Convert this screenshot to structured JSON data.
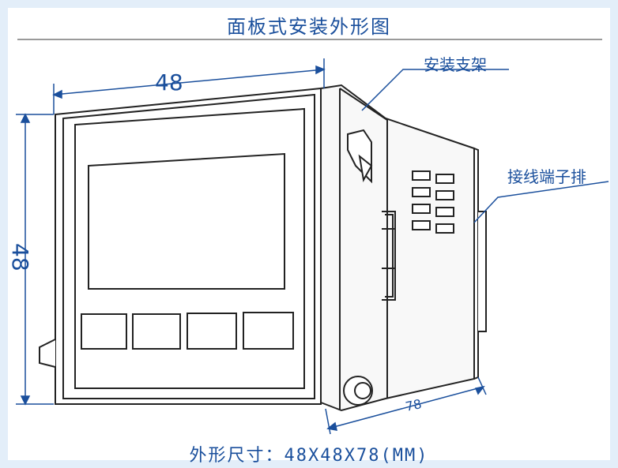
{
  "title": "面板式安装外形图",
  "callouts": {
    "bracket": "安装支架",
    "terminal": "接线端子排"
  },
  "dimensions": {
    "width": "48",
    "height": "48",
    "depth": "78"
  },
  "footer": "外形尺寸：48X48X78(MM)",
  "colors": {
    "text": "#1a4f9c",
    "outline": "#222222",
    "background": "#e3eef9"
  }
}
